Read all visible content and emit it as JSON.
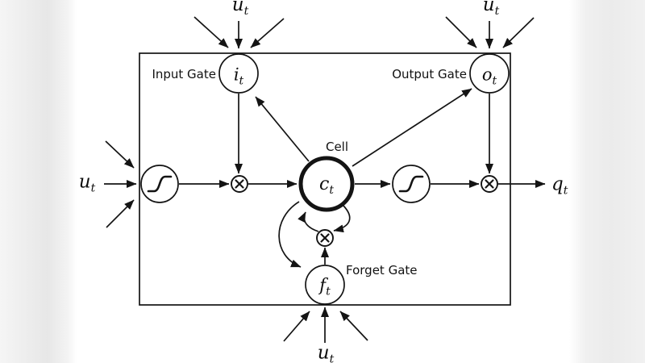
{
  "labels": {
    "input_gate": "Input Gate",
    "output_gate": "Output Gate",
    "cell": "Cell",
    "forget_gate": "Forget Gate"
  },
  "symbols": {
    "input_gate": {
      "base": "i",
      "sub": "t"
    },
    "output_gate": {
      "base": "o",
      "sub": "t"
    },
    "cell": {
      "base": "c",
      "sub": "t"
    },
    "forget_gate": {
      "base": "f",
      "sub": "t"
    },
    "input_top_left": {
      "base": "u",
      "sub": "t"
    },
    "input_top_right": {
      "base": "u",
      "sub": "t"
    },
    "input_left": {
      "base": "u",
      "sub": "t"
    },
    "input_bottom": {
      "base": "u",
      "sub": "t"
    },
    "output": {
      "base": "q",
      "sub": "t"
    }
  },
  "icons": {
    "multiply_node": "⊗",
    "squashing_function": "sigmoid-curve"
  },
  "colors": {
    "line": "#141414",
    "background": "#ffffff",
    "edge_band": "#e9e9e9"
  }
}
